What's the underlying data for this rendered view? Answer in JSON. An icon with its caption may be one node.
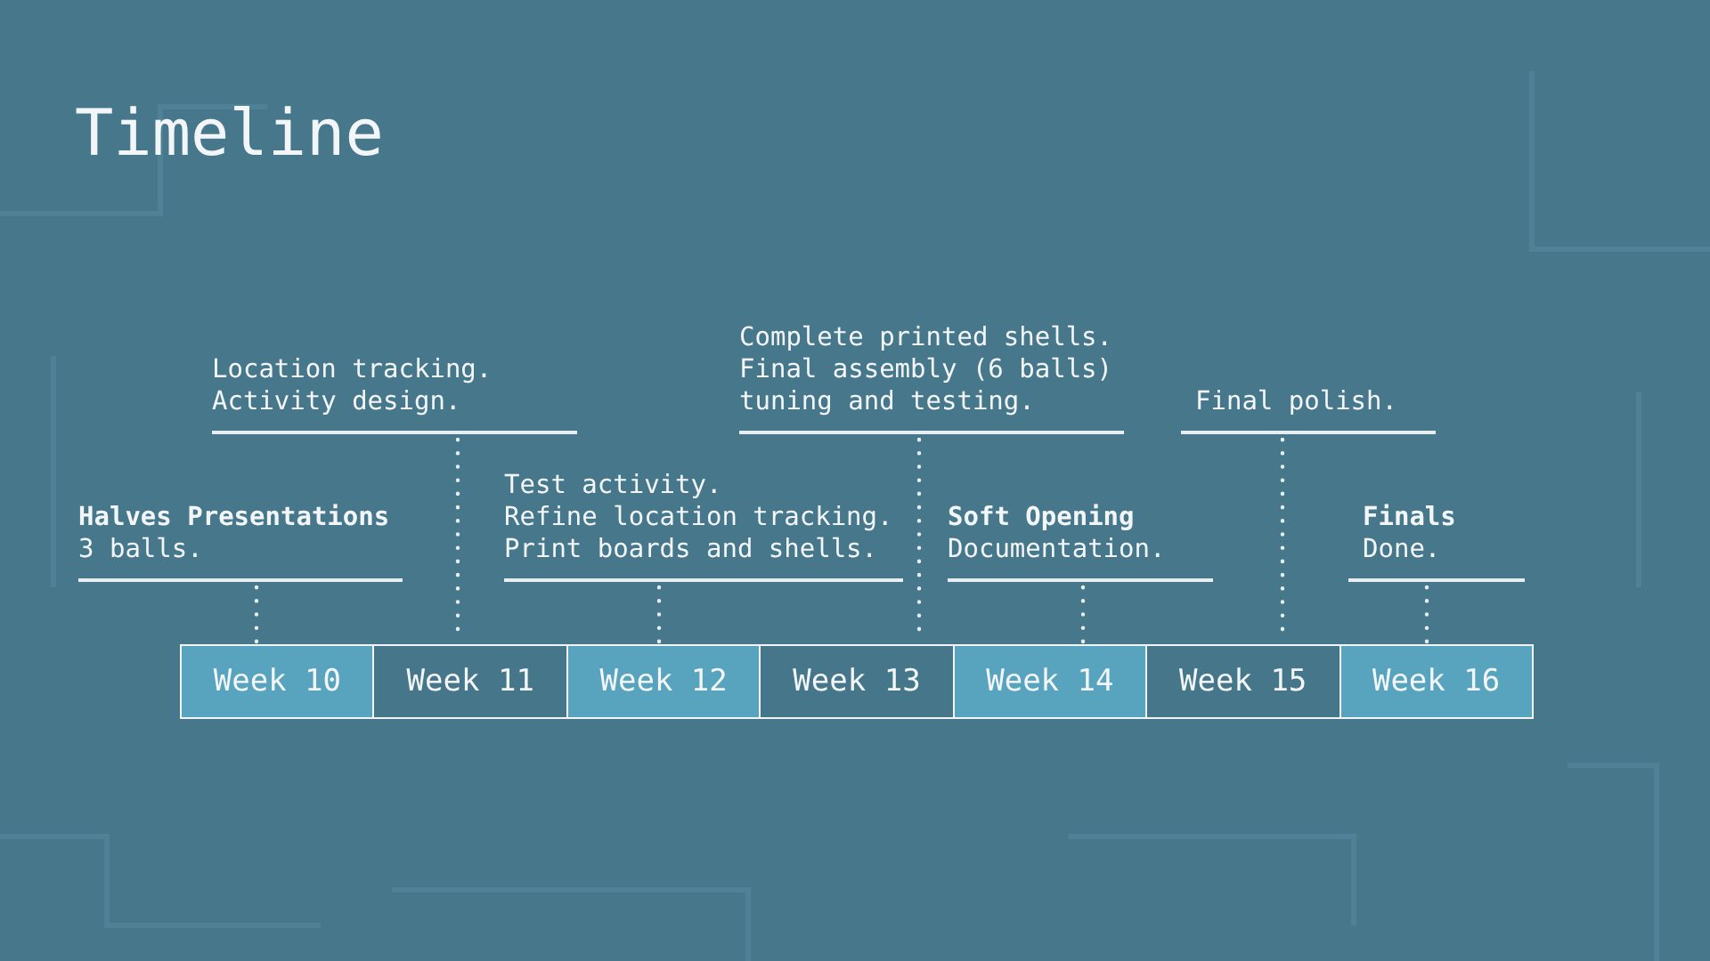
{
  "diagram": {
    "title": "Timeline",
    "nodes": [
      {
        "text": [
          "Halves Presentations",
          "3 balls."
        ]
      },
      {
        "text": [
          "Location tracking.",
          "Activity design."
        ]
      },
      {
        "text": [
          "Test activity.",
          "Refine location tracking.",
          "Print boards and shells."
        ]
      },
      {
        "text": [
          "Complete printed shells.",
          "Final assembly (6 balls)",
          "tuning and testing."
        ]
      },
      {
        "text": [
          "Soft Opening",
          "Documentation."
        ]
      },
      {
        "text": [
          "Final polish."
        ]
      },
      {
        "text": [
          "Finals",
          "Done."
        ]
      },
      {
        "text": [
          "Week 10"
        ]
      },
      {
        "text": [
          "Week 11"
        ]
      },
      {
        "text": [
          "Week 12"
        ]
      },
      {
        "text": [
          "Week 13"
        ]
      },
      {
        "text": [
          "Week 14"
        ]
      },
      {
        "text": [
          "Week 15"
        ]
      },
      {
        "text": [
          "Week 16"
        ]
      }
    ],
    "edges": [
      {
        "from": 0,
        "to": 7,
        "arrow": "none"
      },
      {
        "from": 1,
        "to": 8,
        "arrow": "none"
      },
      {
        "from": 2,
        "to": 9,
        "arrow": "none"
      },
      {
        "from": 3,
        "to": 10,
        "arrow": "none"
      },
      {
        "from": 4,
        "to": 11,
        "arrow": "none"
      },
      {
        "from": 5,
        "to": 12,
        "arrow": "none"
      },
      {
        "from": 6,
        "to": 13,
        "arrow": "none"
      }
    ]
  }
}
